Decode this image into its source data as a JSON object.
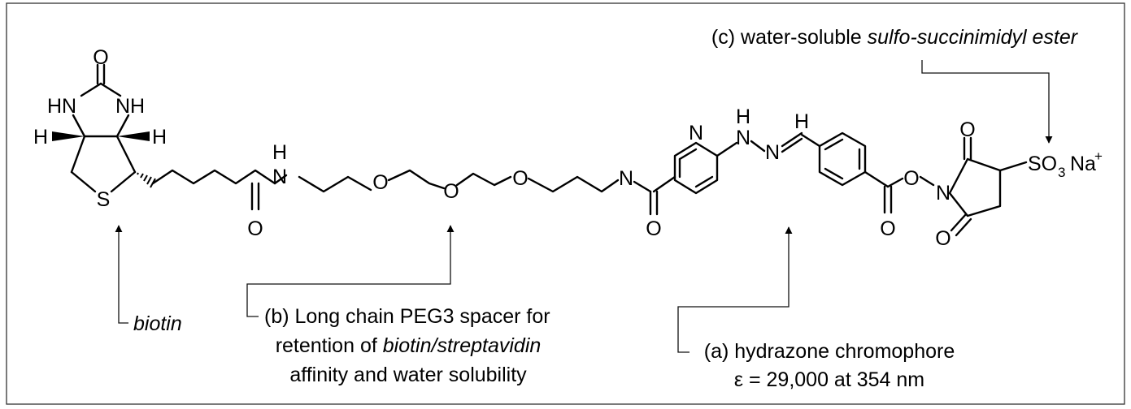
{
  "atoms": {
    "O": "O",
    "N": "N",
    "S": "S",
    "H": "H",
    "HN": "HN",
    "NH": "NH",
    "SO": "SO",
    "three": "3",
    "Na": "Na",
    "plus": "+"
  },
  "labels": {
    "a": {
      "line1": "(a) hydrazone chromophore",
      "line2": "ε = 29,000 at 354 nm"
    },
    "b": {
      "line1": "(b) Long chain PEG3 spacer for",
      "line2_pre": "retention of ",
      "line2_italic": "biotin/streptavidin",
      "line3": "affinity and water solubility"
    },
    "c": {
      "pre": "(c) water-soluble ",
      "italic": "sulfo-succinimidyl ester"
    },
    "biotin": "biotin"
  }
}
